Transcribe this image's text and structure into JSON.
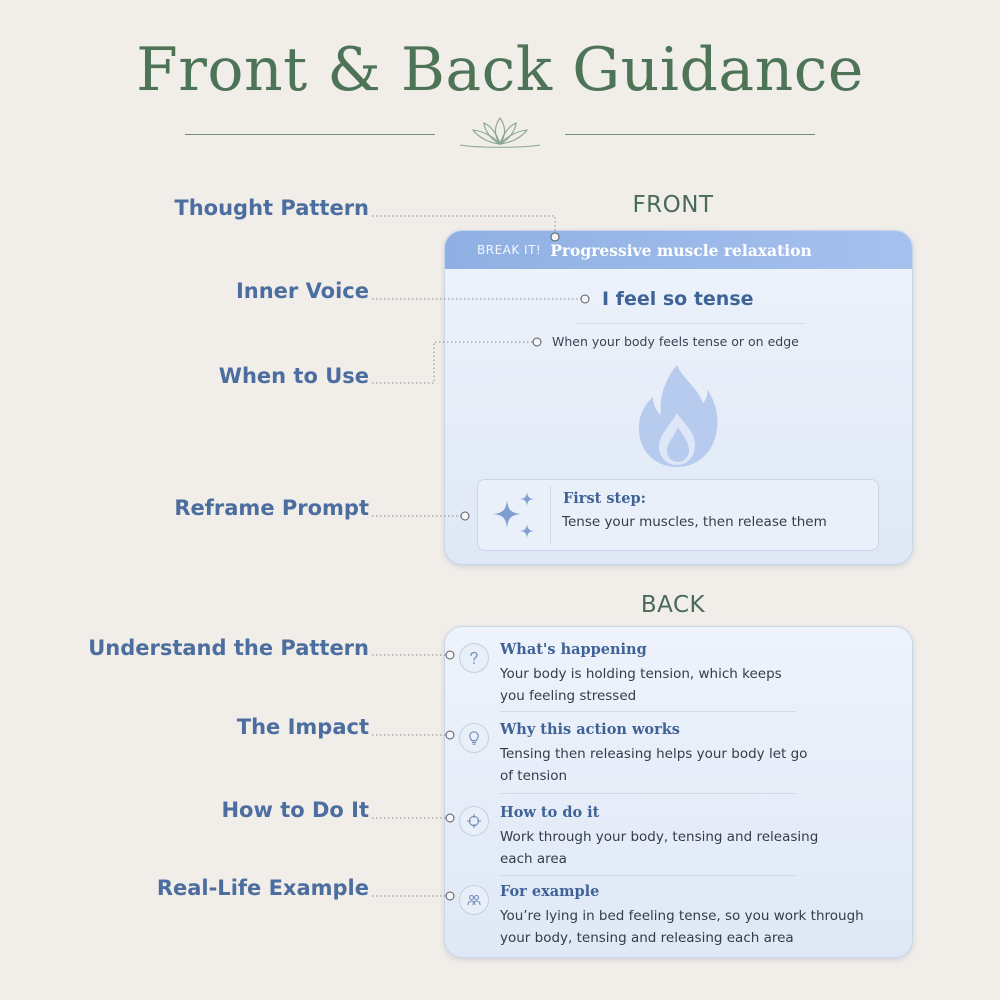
{
  "title": "Front & Back Guidance",
  "front": {
    "heading": "FRONT",
    "tag": "BREAK IT!",
    "card_title": "Progressive muscle relaxation",
    "inner_voice": "I feel so tense",
    "when_to_use": "When your body feels tense or on edge",
    "icon": "flame-icon",
    "reframe_heading": "First step:",
    "reframe_text": "Tense your muscles, then release them",
    "labels": {
      "thought_pattern": "Thought Pattern",
      "inner_voice": "Inner Voice",
      "when_to_use": "When to Use",
      "reframe_prompt": "Reframe Prompt"
    }
  },
  "back": {
    "heading": "BACK",
    "labels": {
      "understand": "Understand the Pattern",
      "impact": "The Impact",
      "how": "How to Do It",
      "example": "Real-Life Example"
    },
    "sections": [
      {
        "icon": "question-icon",
        "heading": "What's happening",
        "lines": [
          "Your body is holding tension, which keeps",
          "you feeling stressed"
        ]
      },
      {
        "icon": "lightbulb-icon",
        "heading": "Why this action works",
        "lines": [
          "Tensing then releasing helps your body let go",
          "of tension"
        ]
      },
      {
        "icon": "target-icon",
        "heading": "How to do it",
        "lines": [
          "Work through your body, tensing and releasing",
          "each area"
        ]
      },
      {
        "icon": "people-icon",
        "heading": "For example",
        "lines": [
          "You’re lying in bed feeling tense, so you work through",
          "your body, tensing and releasing each area"
        ]
      }
    ]
  },
  "colors": {
    "background": "#f1eee9",
    "title": "#4e7458",
    "label": "#4b6d9f",
    "card_band": "#9ab8e8",
    "accent_blue": "#3f6297"
  }
}
